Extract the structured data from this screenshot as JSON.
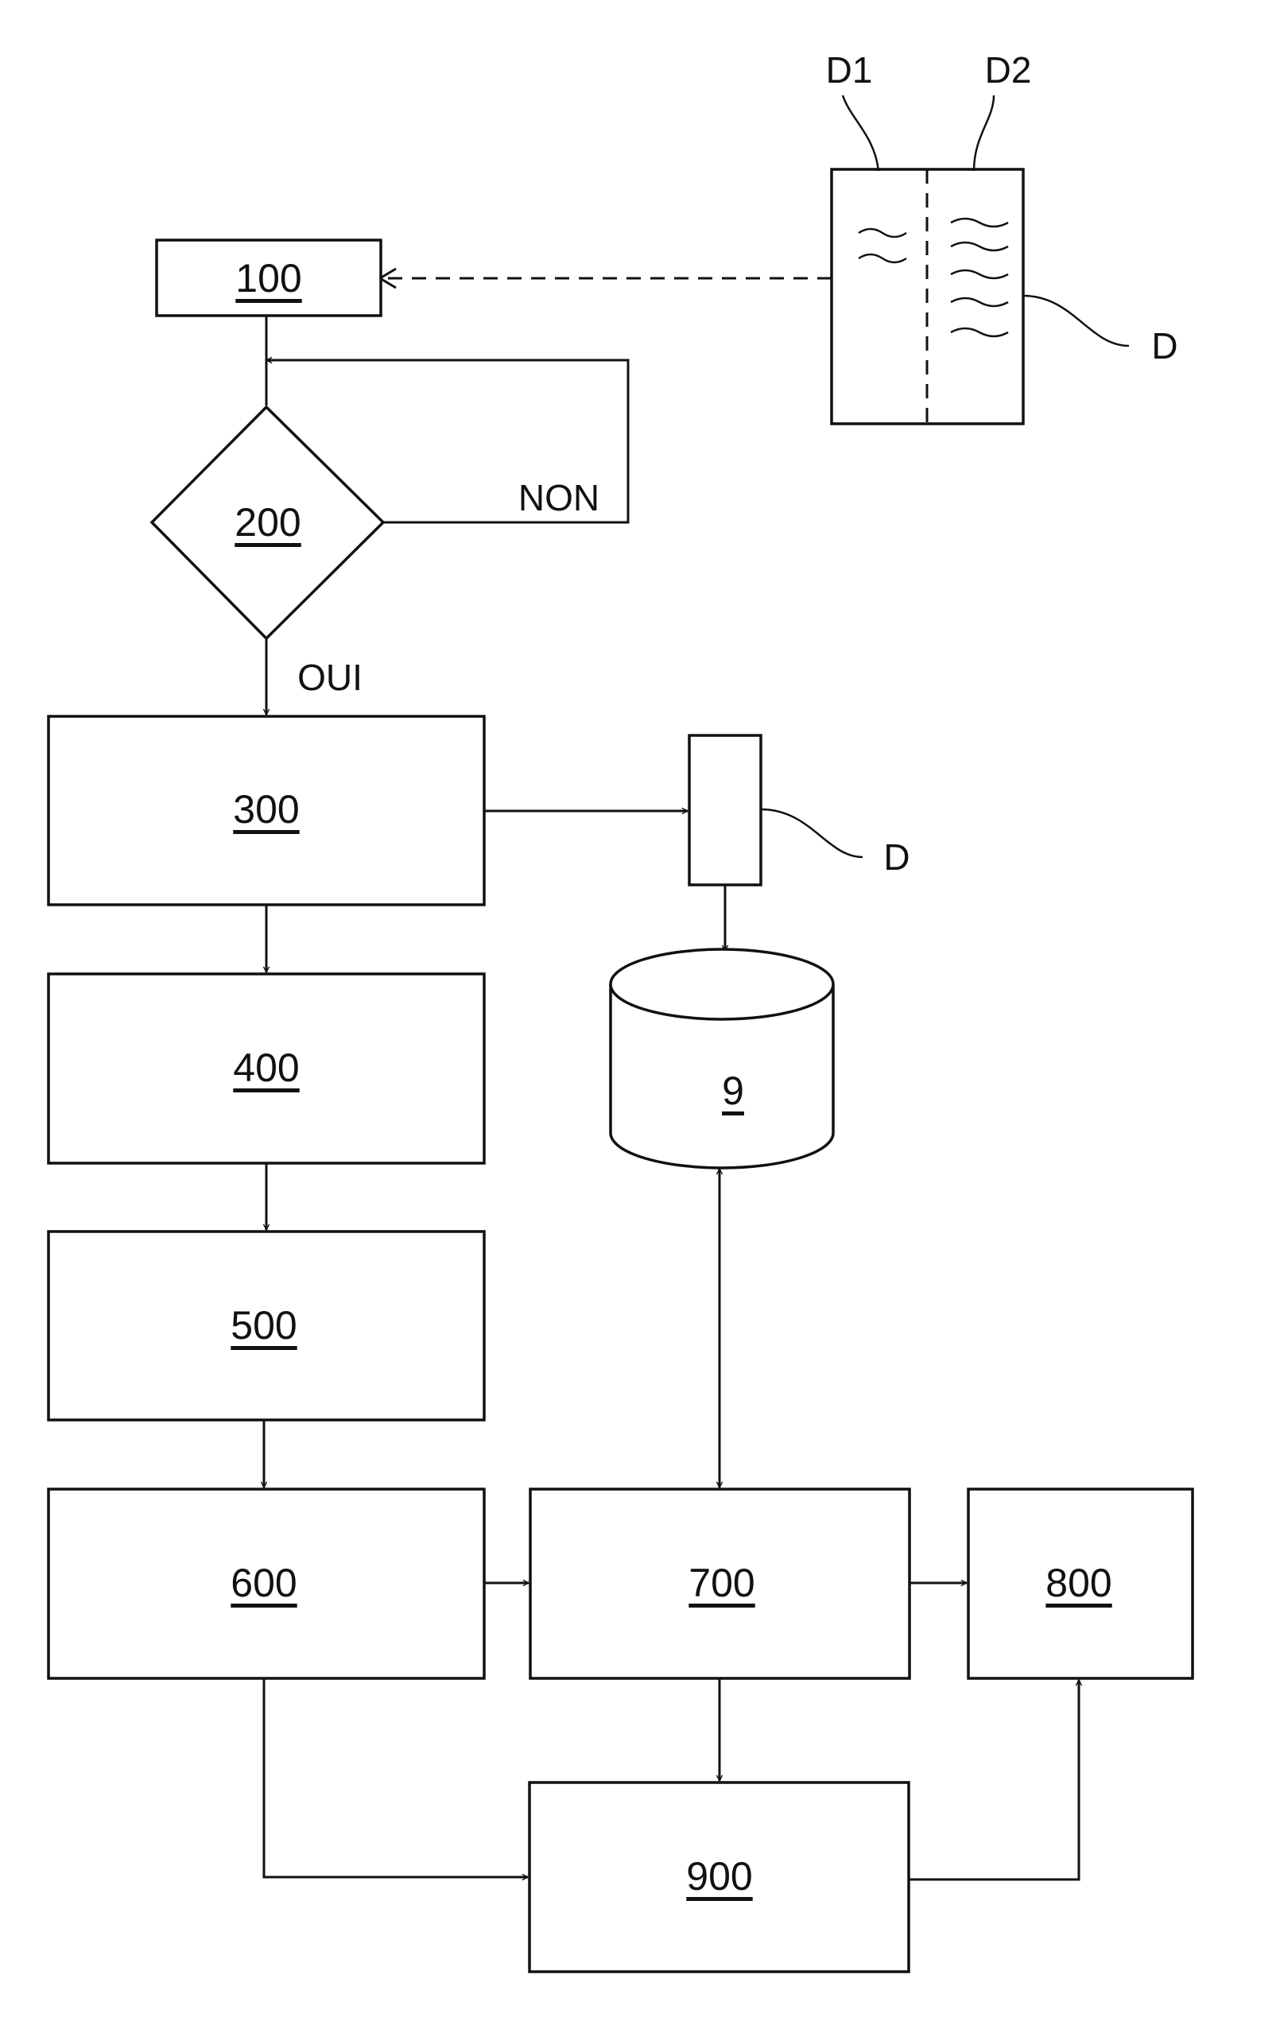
{
  "nodes": {
    "n100": "100",
    "n200": "200",
    "n300": "300",
    "n400": "400",
    "n500": "500",
    "n600": "600",
    "n700": "700",
    "n800": "800",
    "n900": "900",
    "db": "9"
  },
  "labels": {
    "no": "NON",
    "yes": "OUI",
    "doc_top": "D",
    "doc_small": "D",
    "part1": "D1",
    "part2": "D2"
  },
  "edges": [
    {
      "from": "D",
      "to": "100",
      "style": "dashed"
    },
    {
      "from": "100",
      "to": "200"
    },
    {
      "from": "200",
      "to": "200",
      "label": "NON"
    },
    {
      "from": "200",
      "to": "300",
      "label": "OUI"
    },
    {
      "from": "300",
      "to": "D"
    },
    {
      "from": "D",
      "to": "9"
    },
    {
      "from": "300",
      "to": "400"
    },
    {
      "from": "400",
      "to": "500"
    },
    {
      "from": "500",
      "to": "600"
    },
    {
      "from": "600",
      "to": "700"
    },
    {
      "from": "9",
      "to": "700",
      "bidirectional": true
    },
    {
      "from": "700",
      "to": "800"
    },
    {
      "from": "700",
      "to": "900"
    },
    {
      "from": "600",
      "to": "900"
    },
    {
      "from": "900",
      "to": "800"
    }
  ]
}
